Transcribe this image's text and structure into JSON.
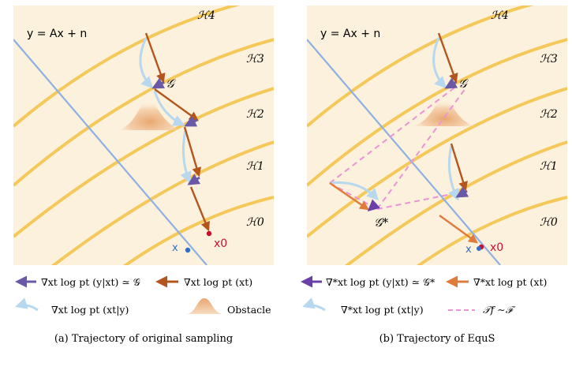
{
  "colors": {
    "panel_bg": "#fcf1dd",
    "hyperplane": "#f5c85a",
    "measurement_line": "#8fb0e3",
    "purple_arrow": "#6a59a6",
    "brown_arrow": "#b4551e",
    "light_blue_arrow": "#b7d8ee",
    "purple_arrow_right": "#6a3fa8",
    "orange_arrow_right": "#e07b3c",
    "pink_dashed": "#ea94d6",
    "obstacle": "#e8a670",
    "point_blue": "#2f6fc9",
    "point_red": "#c8102e"
  },
  "panel_left": {
    "equation": "y = Ax + n",
    "hyperplanes": [
      "ℋ4",
      "ℋ3",
      "ℋ2",
      "ℋ1",
      "ℋ0"
    ],
    "g_label": "𝒢",
    "x_label": "x",
    "x0_label": "x0",
    "caption": "(a) Trajectory of original sampling"
  },
  "panel_right": {
    "equation": "y = Ax + n",
    "hyperplanes": [
      "ℋ4",
      "ℋ3",
      "ℋ2",
      "ℋ1",
      "ℋ0"
    ],
    "g_label": "𝒢",
    "g_star_label": "𝒢*",
    "x_label": "x",
    "x0_label": "x0",
    "caption": "(b) Trajectory of EquS"
  },
  "legend_left": {
    "item1": "∇xt log pt (y|xt) ≃ 𝒢",
    "item2": "∇xt log pt (xt)",
    "item3": "∇xt log pt (xt|y)",
    "item4": "Obstacle"
  },
  "legend_right": {
    "item1": "∇*xt log pt (y|xt) ≃ 𝒢*",
    "item2": "∇*xt log pt (xt)",
    "item3": "∇*xt log pt (xt|y)",
    "item4": "𝒯f ∼ℱ"
  }
}
